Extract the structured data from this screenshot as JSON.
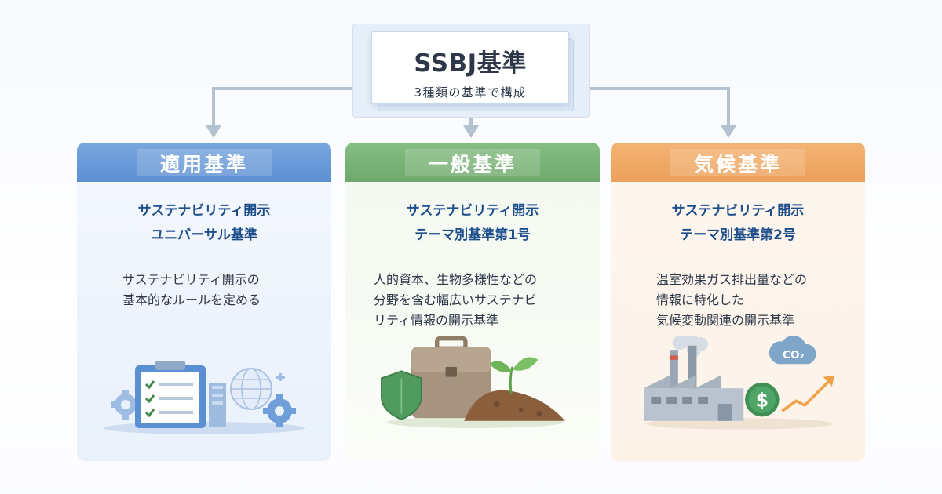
{
  "root": {
    "title": "SSBJ基準",
    "subtitle": "3種類の基準で構成"
  },
  "cards": [
    {
      "header": "適用基準",
      "name_lines": [
        "サステナビリティ開示",
        "ユニバーサル基準"
      ],
      "desc_lines": [
        "サステナビリティ開示の",
        "基本的なルールを定める"
      ],
      "illustration": "clipboard-checklist-gears-globe",
      "accent": "#6a9bd8"
    },
    {
      "header": "一般基準",
      "name_lines": [
        "サステナビリティ開示",
        "テーマ別基準第1号"
      ],
      "desc_lines": [
        "人的資本、生物多様性などの",
        "分野を含む幅広いサステナビ",
        "リティ情報の開示基準"
      ],
      "illustration": "briefcase-shield-sprout-soil",
      "accent": "#7bb478"
    },
    {
      "header": "気候基準",
      "name_lines": [
        "サステナビリティ開示",
        "テーマ別基準第2号"
      ],
      "desc_lines": [
        "温室効果ガス排出量などの",
        "情報に特化した",
        "気候変動関連の開示基準"
      ],
      "illustration": "factory-co2-cloud-dollar-growth-arrow",
      "accent": "#f0a965"
    }
  ],
  "co2_label": "CO₂",
  "dollar_symbol": "$",
  "colors": {
    "name_text": "#1f4e8c",
    "connector": "#b3c1d1"
  }
}
